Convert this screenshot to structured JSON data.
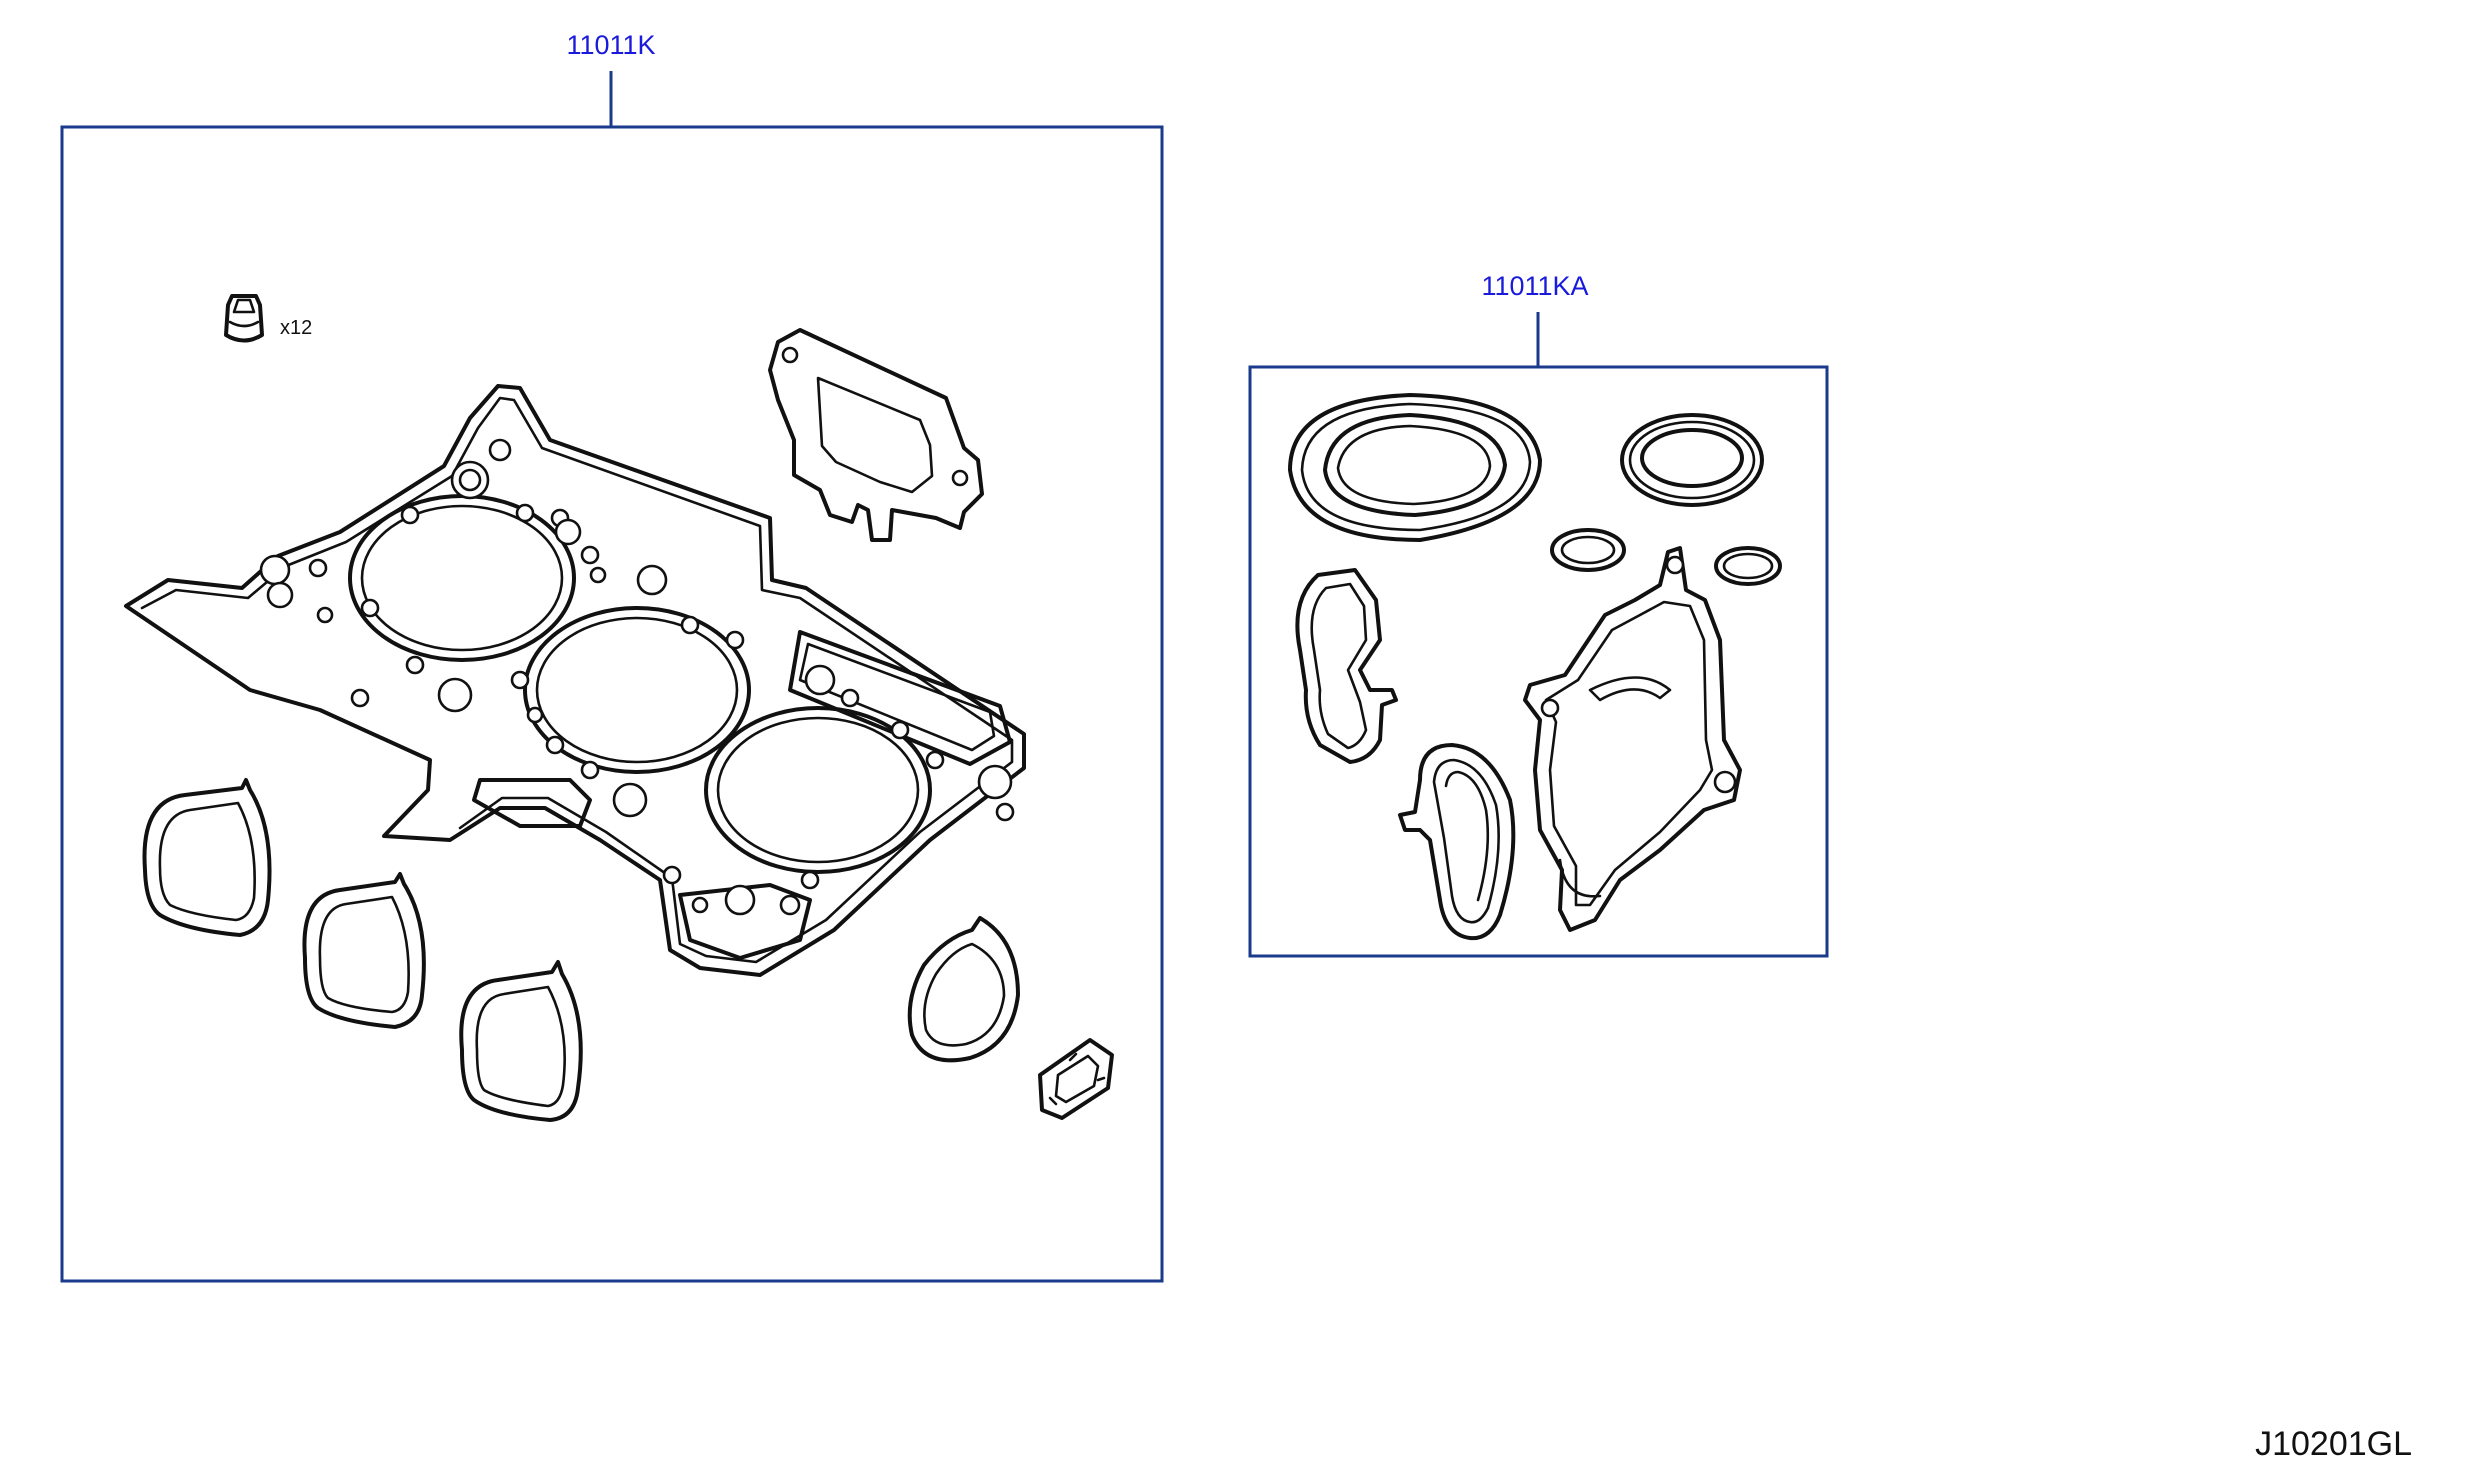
{
  "parts": [
    {
      "id": "11011K",
      "label": "11011K"
    },
    {
      "id": "11011KA",
      "label": "11011KA"
    }
  ],
  "quantity_note": "x12",
  "diagram_code": "J10201GL",
  "colors": {
    "callout": "#1a1adc",
    "frame": "#1a3a8c",
    "line": "#111111"
  }
}
